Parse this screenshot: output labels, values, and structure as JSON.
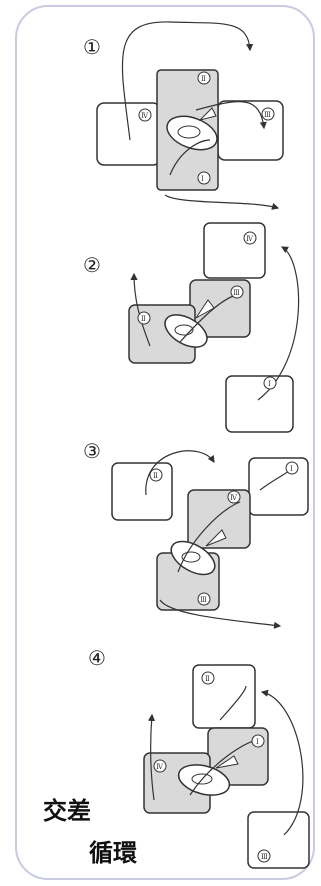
{
  "steps": [
    {
      "number": "①",
      "tiles": [
        "Ⅰ",
        "Ⅱ",
        "Ⅲ",
        "Ⅳ"
      ]
    },
    {
      "number": "②",
      "tiles": [
        "Ⅰ",
        "Ⅱ",
        "Ⅲ",
        "Ⅳ"
      ]
    },
    {
      "number": "③",
      "tiles": [
        "Ⅰ",
        "Ⅱ",
        "Ⅲ",
        "Ⅳ"
      ]
    },
    {
      "number": "④",
      "tiles": [
        "Ⅰ",
        "Ⅱ",
        "Ⅲ",
        "Ⅳ"
      ]
    }
  ],
  "caption": {
    "line1": "交差",
    "line2": "循環"
  },
  "colors": {
    "frame": "#c9cbe0",
    "tile_fill": "#d9d9d9",
    "ink": "#333333"
  }
}
